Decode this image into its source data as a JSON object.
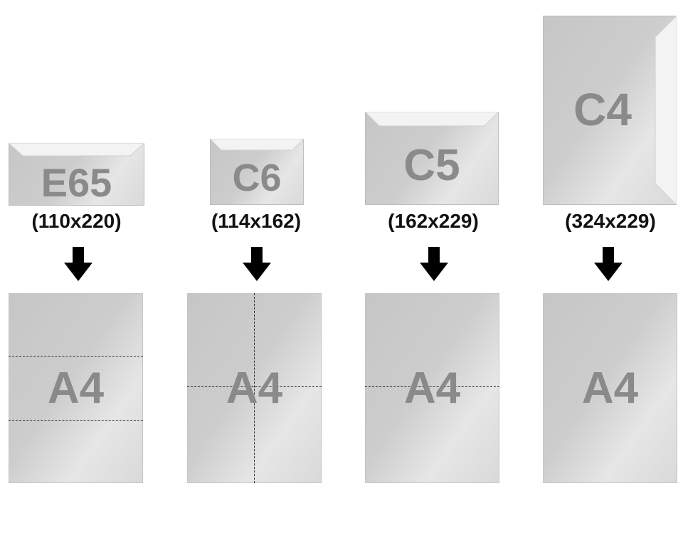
{
  "envelopes": [
    {
      "label": "E65",
      "size": "(110x220)"
    },
    {
      "label": "C6",
      "size": "(114x162)"
    },
    {
      "label": "C5",
      "size": "(162x229)"
    },
    {
      "label": "C4",
      "size": "(324x229)"
    }
  ],
  "paper_label": "A4",
  "arrow_icon": "down-arrow-icon",
  "colors": {
    "envelope_text": "#8a8a8a",
    "size_text": "#111111",
    "arrow": "#000000",
    "fold_line": "#333333"
  }
}
